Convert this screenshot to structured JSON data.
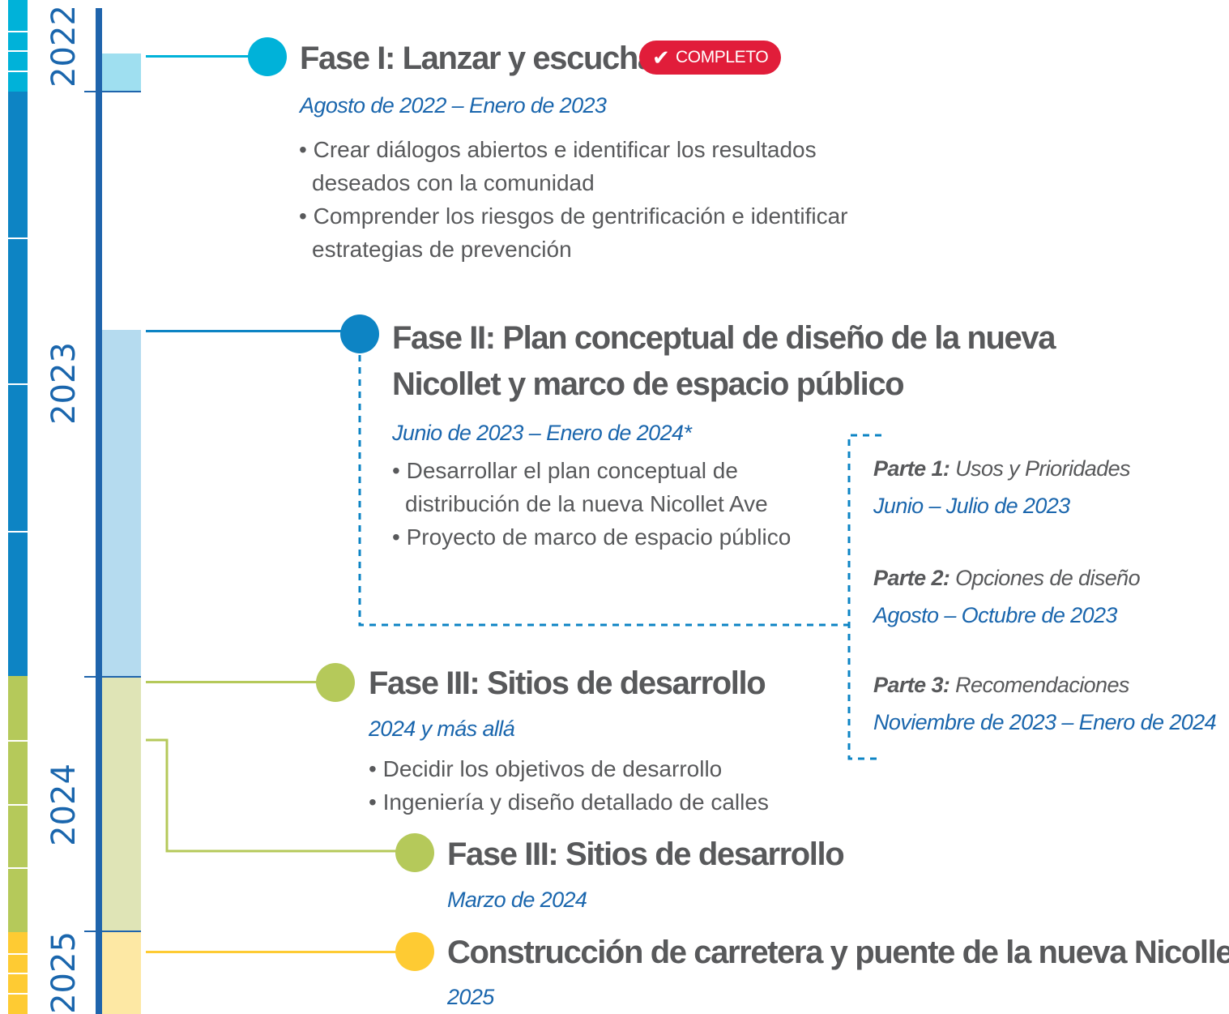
{
  "years": [
    "2022",
    "2023",
    "2024",
    "2025"
  ],
  "colors": {
    "phase1": "#00b2d9",
    "phase2": "#0d84c4",
    "phase3": "#b5c95a",
    "construction": "#fecb33",
    "axis": "#1f64ac",
    "badge": "#e11d3a",
    "text": "#58595b",
    "date": "#1a66ad"
  },
  "phase1": {
    "title": "Fase I: Lanzar y escuchar:",
    "badge_icon": "check-icon",
    "badge_label": "COMPLETO",
    "date": "Agosto de 2022 –  Enero de 2023",
    "bullets": [
      "Crear diálogos abiertos e identificar los resultados deseados con la comunidad",
      "Comprender los riesgos de gentrificación e identificar estrategias de prevención"
    ]
  },
  "phase2": {
    "title_line1": "Fase II: Plan conceptual de diseño de la nueva",
    "title_line2": "Nicollet y marco de espacio público",
    "date": "Junio de 2023 –  Enero de 2024*",
    "bullets": [
      "Desarrollar el plan conceptual de distribución de la nueva Nicollet Ave",
      "Proyecto de marco de espacio público"
    ],
    "parts": [
      {
        "label": "Parte 1:",
        "name": "Usos y Prioridades",
        "date": "Junio – Julio de 2023"
      },
      {
        "label": "Parte 2:",
        "name": "Opciones de diseño",
        "date": "Agosto – Octubre de 2023"
      },
      {
        "label": "Parte 3:",
        "name": "Recomendaciones",
        "date": "Noviembre de 2023 –  Enero de 2024"
      }
    ]
  },
  "phase3": {
    "title": "Fase III: Sitios de desarrollo",
    "date": "2024 y más allá",
    "bullets": [
      "Decidir los objetivos de desarrollo",
      "Ingeniería y diseño detallado de calles"
    ]
  },
  "phase3b": {
    "title": "Fase III: Sitios de desarrollo",
    "date": "Marzo de 2024"
  },
  "construction": {
    "title": "Construcción de carretera y puente de la nueva Nicollet",
    "date": "2025"
  }
}
